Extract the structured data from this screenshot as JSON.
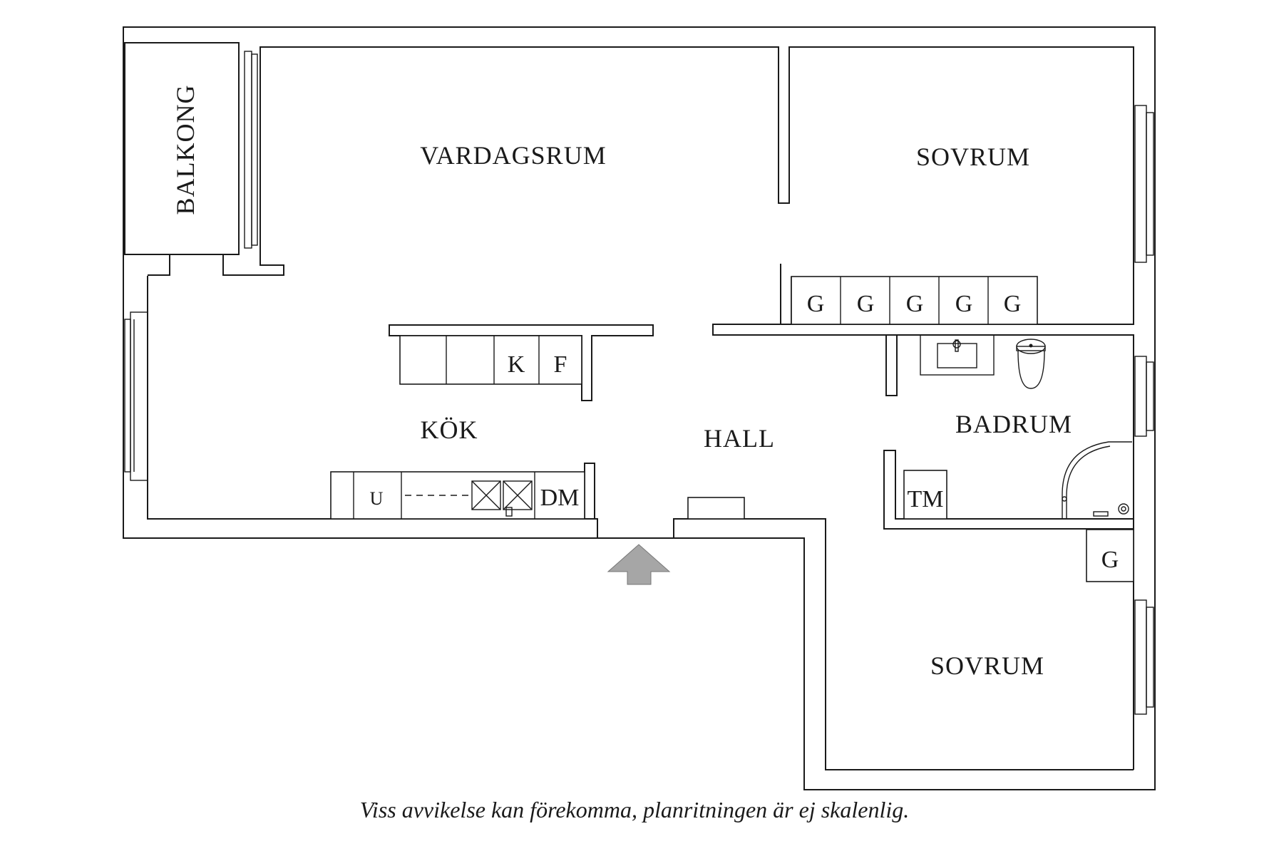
{
  "rooms": {
    "balcony": "BALKONG",
    "living_room": "VARDAGSRUM",
    "bedroom_top": "SOVRUM",
    "kitchen": "KÖK",
    "hall": "HALL",
    "bathroom": "BADRUM",
    "bedroom_bottom": "SOVRUM"
  },
  "fixtures": {
    "wardrobes_top": [
      "G",
      "G",
      "G",
      "G",
      "G"
    ],
    "wardrobe_bottom": "G",
    "fridge": "K",
    "freezer": "F",
    "oven": "U",
    "dishwasher": "DM",
    "washing_machine": "TM"
  },
  "entrance_arrow_color": "#a6a6a6",
  "caption": "Viss avvikelse kan förekomma, planritningen är ej skalenlig."
}
